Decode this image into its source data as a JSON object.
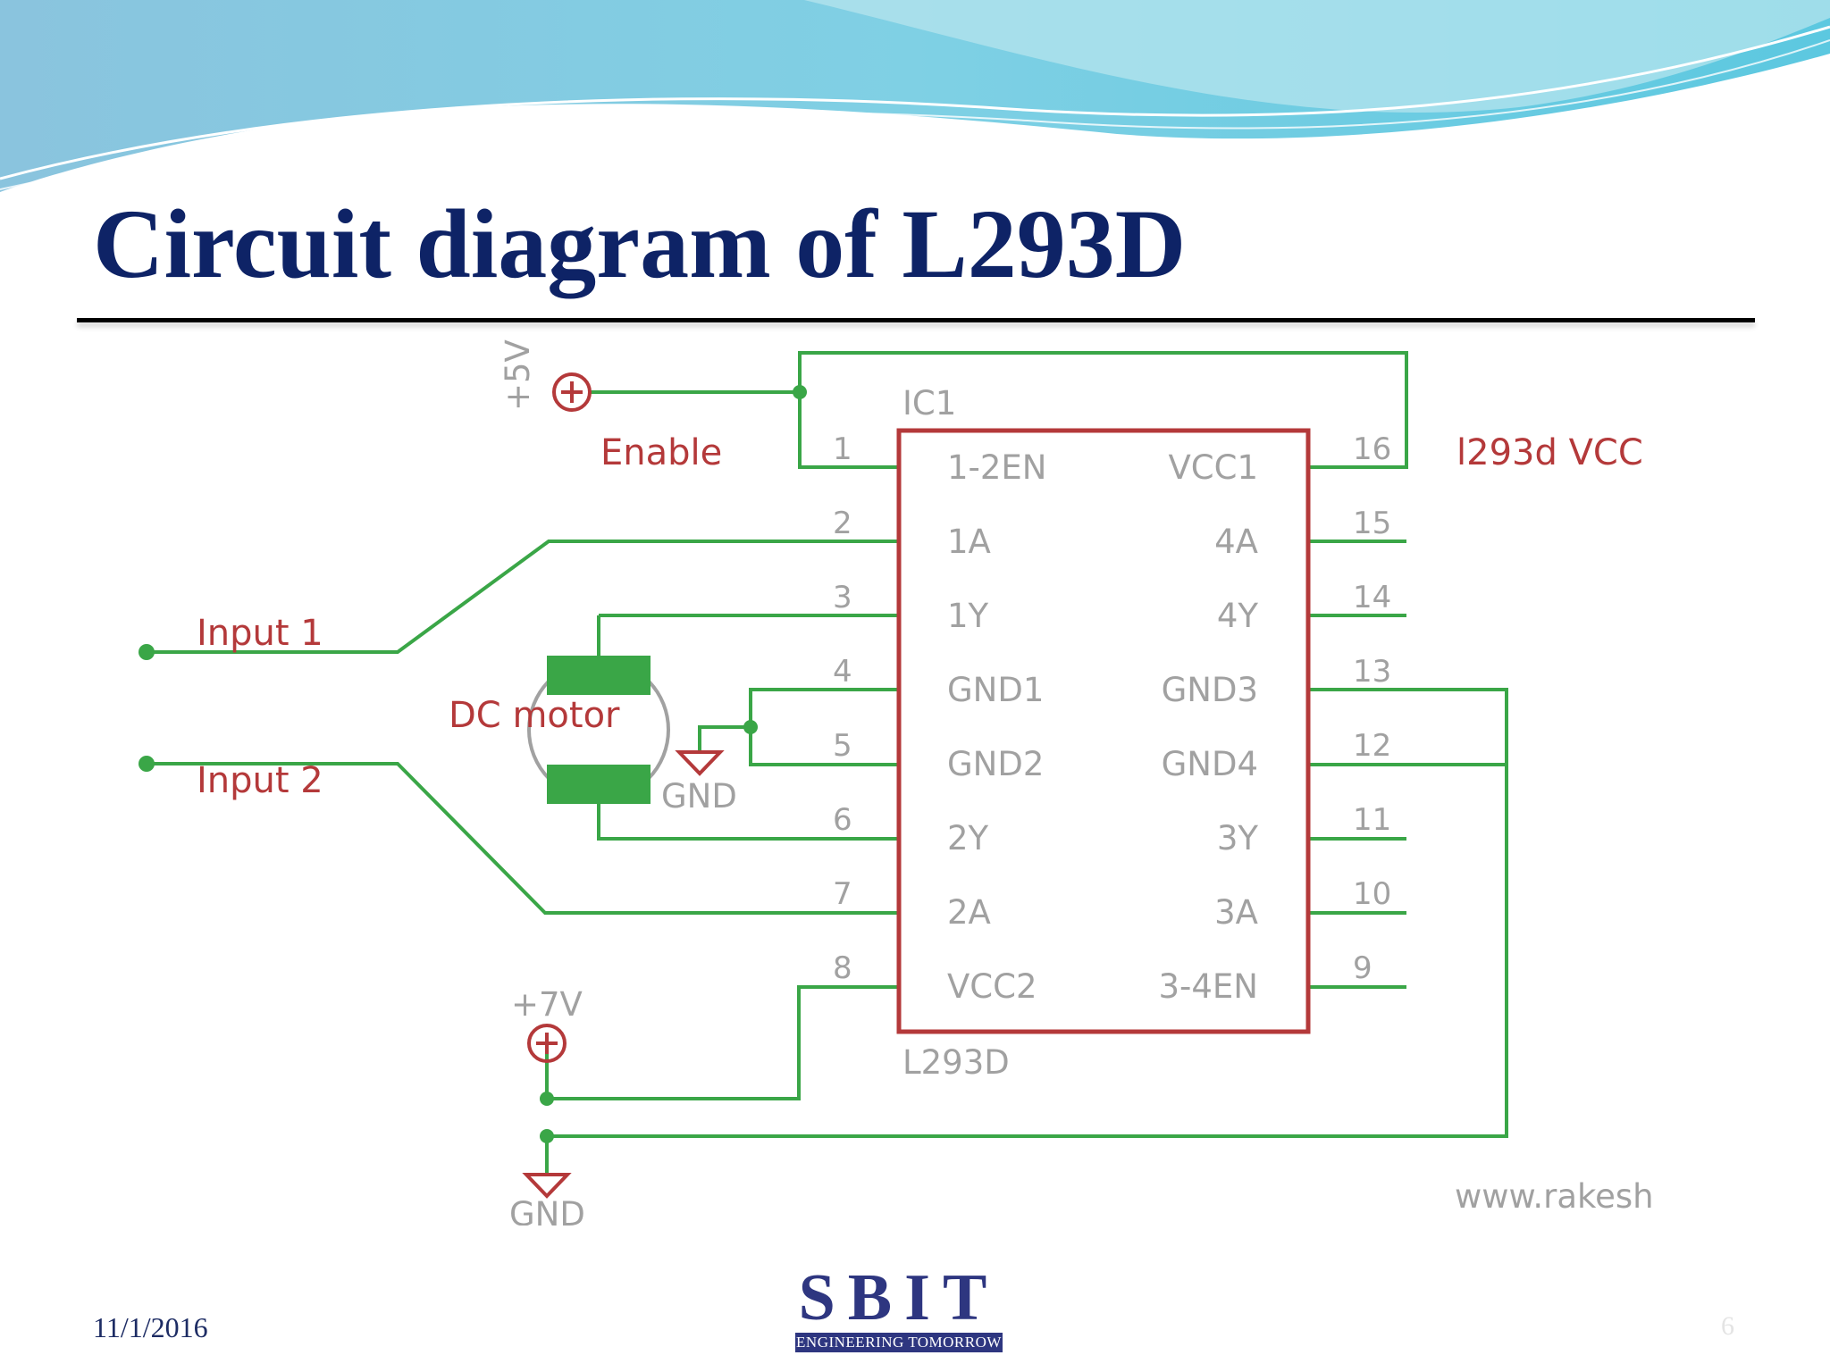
{
  "slide": {
    "title": "Circuit diagram of L293D",
    "date": "11/1/2016",
    "slide_number": "6",
    "logo": {
      "name": "SBIT",
      "tagline": "ENGINEERING TOMORROW"
    }
  },
  "colors": {
    "title": "#0e2366",
    "wire": "#3aa647",
    "ic_outline": "#b4393a",
    "ic_text": "#a1a1a1",
    "net_label": "#b4393a",
    "header_wave": "#5cc8e0"
  },
  "diagram": {
    "ic_name": "IC1",
    "ic_part": "L293D",
    "supply_5v": "+5V",
    "supply_7v": "+7V",
    "enable_label": "Enable",
    "vcc_label": "l293d VCC",
    "input1_label": "Input 1",
    "input2_label": "Input 2",
    "motor_label": "DC motor",
    "gnd_label": "GND",
    "watermark": "www.rakesh",
    "pins_left": [
      {
        "num": "1",
        "name": "1-2EN"
      },
      {
        "num": "2",
        "name": "1A"
      },
      {
        "num": "3",
        "name": "1Y"
      },
      {
        "num": "4",
        "name": "GND1"
      },
      {
        "num": "5",
        "name": "GND2"
      },
      {
        "num": "6",
        "name": "2Y"
      },
      {
        "num": "7",
        "name": "2A"
      },
      {
        "num": "8",
        "name": "VCC2"
      }
    ],
    "pins_right": [
      {
        "num": "16",
        "name": "VCC1"
      },
      {
        "num": "15",
        "name": "4A"
      },
      {
        "num": "14",
        "name": "4Y"
      },
      {
        "num": "13",
        "name": "GND3"
      },
      {
        "num": "12",
        "name": "GND4"
      },
      {
        "num": "11",
        "name": "3Y"
      },
      {
        "num": "10",
        "name": "3A"
      },
      {
        "num": "9",
        "name": "3-4EN"
      }
    ]
  }
}
